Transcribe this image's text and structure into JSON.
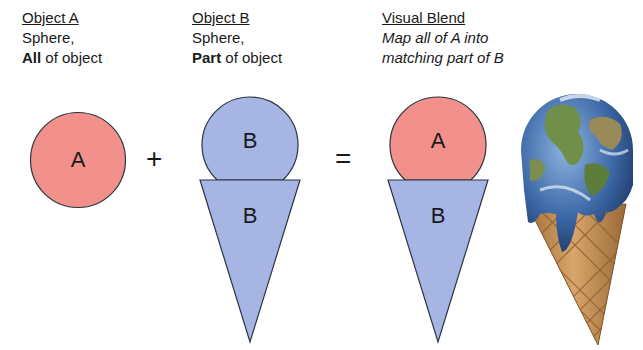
{
  "diagram": {
    "nodes": [
      {
        "text": [
          "A"
        ]
      },
      {
        "text": [
          "B"
        ]
      },
      {
        "text": [
          "B"
        ]
      },
      {
        "text": [
          "A"
        ]
      },
      {
        "text": [
          "B"
        ]
      }
    ],
    "labels": [
      "Object A",
      "Sphere,",
      "All of object",
      "+",
      "Object B",
      "Sphere,",
      "Part of object",
      "=",
      "Visual Blend",
      "Map all of A into matching part of B"
    ]
  }
}
